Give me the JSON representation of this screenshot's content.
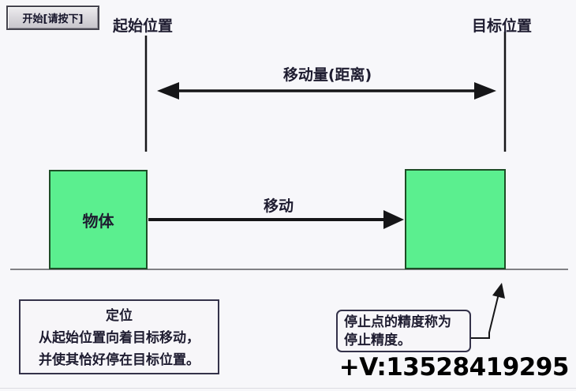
{
  "colors": {
    "bg": "#f7f7fa",
    "green": "#5bef8f",
    "green_border": "#1d4d26",
    "ink": "#1e1c30",
    "line": "#161618"
  },
  "button": {
    "label": "开始[请按下]"
  },
  "position_markers": {
    "start_label": "起始位置",
    "target_label": "目标位置"
  },
  "arrows": {
    "distance_label": "移动量(距离)",
    "move_label": "移动"
  },
  "object_box": {
    "label": "物体"
  },
  "notes": {
    "positioning": {
      "title": "定位",
      "line1": "从起始位置向着目标移动，",
      "line2": "并使其恰好停在目标位置。"
    },
    "stop_accuracy": {
      "line1": "停止点的精度称为",
      "line2": "停止精度。"
    }
  },
  "watermark": {
    "text": "+V:13528419295"
  }
}
